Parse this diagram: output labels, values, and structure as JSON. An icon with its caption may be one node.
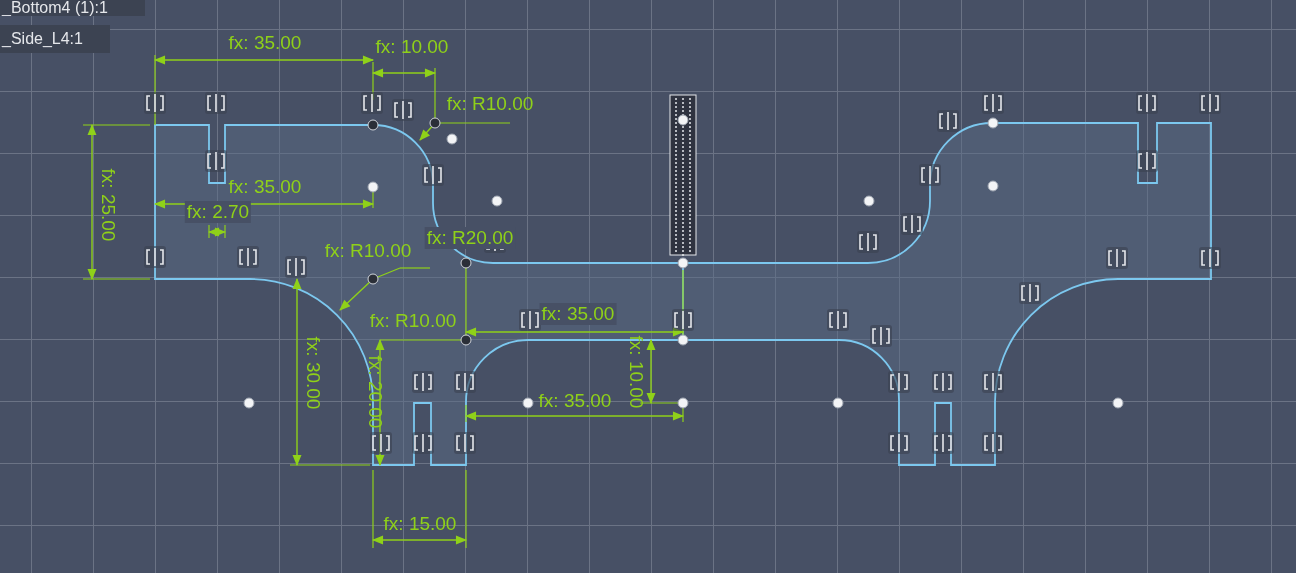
{
  "diagram": {
    "labels": [
      "_Bottom4 (1):1",
      "_Side_L4:1",
      "fx: 35.00",
      "fx: 10.00",
      "fx: R10.00",
      "fx: 25.00",
      "fx: 35.00",
      "fx: 2.70",
      "fx: R10.00",
      "fx: R20.00",
      "fx: R10.00",
      "fx: 35.00",
      "fx: 30.00",
      "fx: 20.00",
      "fx: 10.00",
      "fx: 35.00",
      "fx: 15.00"
    ]
  }
}
